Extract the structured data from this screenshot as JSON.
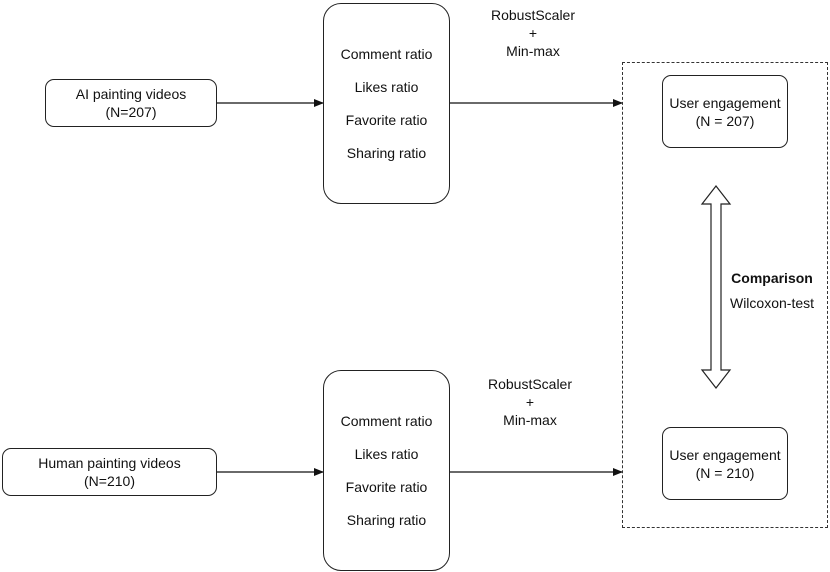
{
  "sources": [
    {
      "name": "AI painting videos",
      "n": "(N=207)"
    },
    {
      "name": "Human painting videos",
      "n": "(N=210)"
    }
  ],
  "metric_groups": [
    {
      "items": [
        "Comment ratio",
        "Likes ratio",
        "Favorite ratio",
        "Sharing ratio"
      ]
    },
    {
      "items": [
        "Comment ratio",
        "Likes ratio",
        "Favorite ratio",
        "Sharing ratio"
      ]
    }
  ],
  "transforms": [
    {
      "line1": "RobustScaler",
      "line2": "+",
      "line3": "Min-max"
    },
    {
      "line1": "RobustScaler",
      "line2": "+",
      "line3": "Min-max"
    }
  ],
  "outcomes": [
    {
      "title": "User engagement",
      "n": "(N = 207)"
    },
    {
      "title": "User engagement",
      "n": "(N = 210)"
    }
  ],
  "comparison": {
    "title": "Comparison",
    "method": "Wilcoxon-test"
  }
}
